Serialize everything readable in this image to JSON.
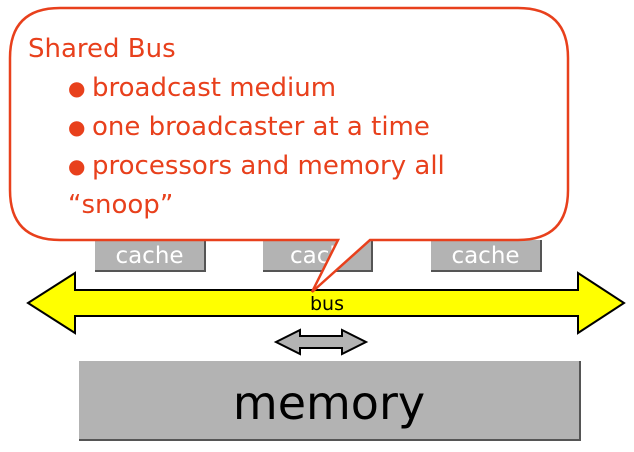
{
  "callout": {
    "title": "Shared Bus",
    "bullets": [
      "broadcast medium",
      "one broadcaster at a time",
      "processors and memory all"
    ],
    "continuation": "“snoop”"
  },
  "caches": [
    "cache",
    "cach",
    "cache"
  ],
  "bus": {
    "label": "bus",
    "color": "#ffff00"
  },
  "memory": {
    "label": "memory",
    "color": "#b3b3b3"
  },
  "colors": {
    "accent": "#e8401c",
    "box_fill": "#b3b3b3"
  }
}
